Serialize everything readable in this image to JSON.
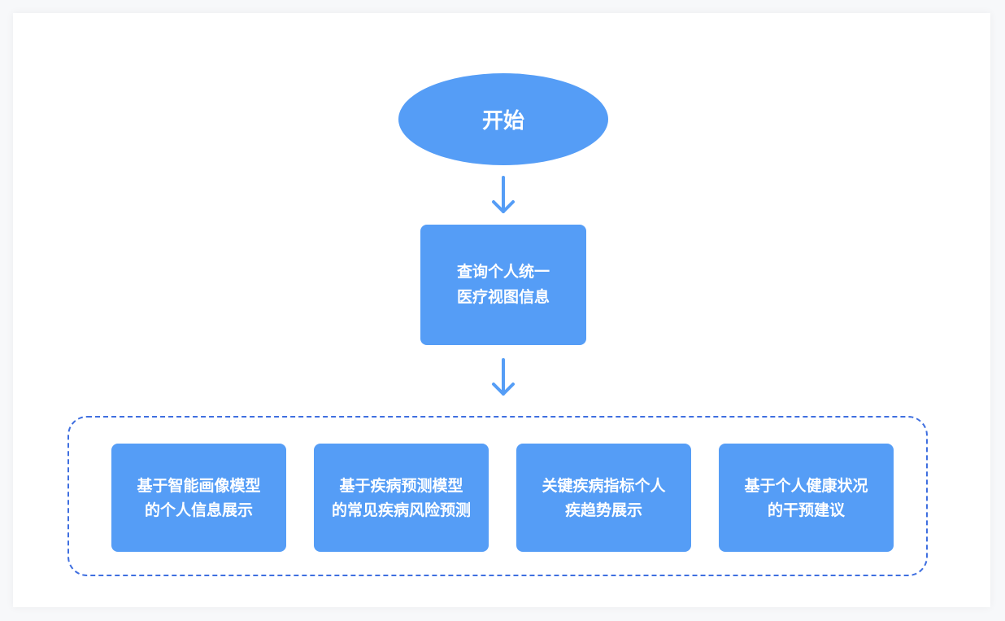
{
  "colors": {
    "node_fill": "#559df6",
    "arrow": "#559df6",
    "group_border": "#3f6fe0",
    "text": "#ffffff"
  },
  "start": {
    "label": "开始"
  },
  "query": {
    "line1": "查询个人统一",
    "line2": "医疗视图信息"
  },
  "features": [
    {
      "line1": "基于智能画像模型",
      "line2": "的个人信息展示"
    },
    {
      "line1": "基于疾病预测模型",
      "line2": "的常见疾病风险预测"
    },
    {
      "line1": "关键疾病指标个人",
      "line2": "疾趋势展示"
    },
    {
      "line1": "基于个人健康状况",
      "line2": "的干预建议"
    }
  ]
}
